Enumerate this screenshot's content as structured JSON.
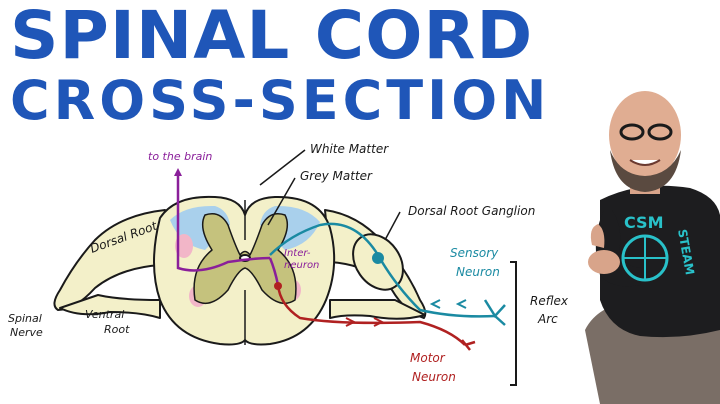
{
  "title": {
    "line1": "SPINAL CORD",
    "line2": "CROSS-SECTION"
  },
  "labels": {
    "to_brain": "to the brain",
    "white_matter": "White Matter",
    "grey_matter": "Grey Matter",
    "dorsal_root_ganglion": "Dorsal Root Ganglion",
    "dorsal_root": "Dorsal Root",
    "interneuron_1": "Inter-",
    "interneuron_2": "neuron",
    "sensory_1": "Sensory",
    "sensory_2": "Neuron",
    "reflex_1": "Reflex",
    "reflex_2": "Arc",
    "spinal_1": "Spinal",
    "spinal_2": "Nerve",
    "ventral_1": "Ventral",
    "ventral_2": "Root",
    "motor_1": "Motor",
    "motor_2": "Neuron"
  },
  "shirt_text": {
    "top": "CSM",
    "side": "STEAM"
  },
  "colors": {
    "title": "#1f56b8",
    "cord": "#f3f0c9",
    "grey": "#c5c27d",
    "sensory": "#1a8aa2",
    "motor": "#b02121",
    "interneuron": "#8a1f9a",
    "blue_tract": "#a9d0ec",
    "pink_tract": "#f2b6c8"
  }
}
